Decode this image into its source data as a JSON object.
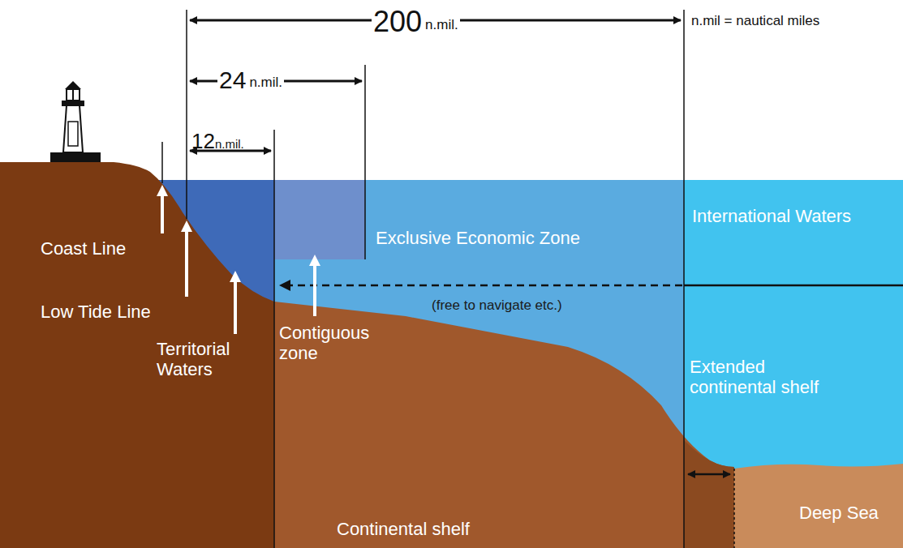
{
  "diagram": {
    "labels": [
      "200",
      "n.mil.",
      "24",
      "n.mil.",
      "12",
      "n.mil.",
      "n.mil = nautical miles",
      "Coast Line",
      "Low Tide Line",
      "Territorial Waters",
      "Contiguous zone",
      "Exclusive Economic Zone",
      "International Waters",
      "(free to navigate etc.)",
      "Extended continental shelf",
      "Deep Sea",
      "Continental shelf"
    ]
  }
}
